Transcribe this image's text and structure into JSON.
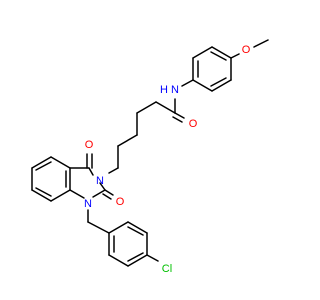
{
  "molecule": {
    "atoms": [
      {
        "id": "O1",
        "label": "O",
        "color": "#ff0000"
      },
      {
        "id": "N1",
        "label": "N",
        "color": "#0000ff"
      },
      {
        "id": "H1",
        "label": "H",
        "color": "#0000ff"
      },
      {
        "id": "O2",
        "label": "O",
        "color": "#ff0000"
      },
      {
        "id": "O3",
        "label": "O",
        "color": "#ff0000"
      },
      {
        "id": "N2",
        "label": "N",
        "color": "#0000ff"
      },
      {
        "id": "O4",
        "label": "O",
        "color": "#ff0000"
      },
      {
        "id": "N3",
        "label": "N",
        "color": "#0000ff"
      },
      {
        "id": "Cl1",
        "label": "Cl",
        "color": "#00c000"
      }
    ],
    "bond_color": "#000000"
  }
}
